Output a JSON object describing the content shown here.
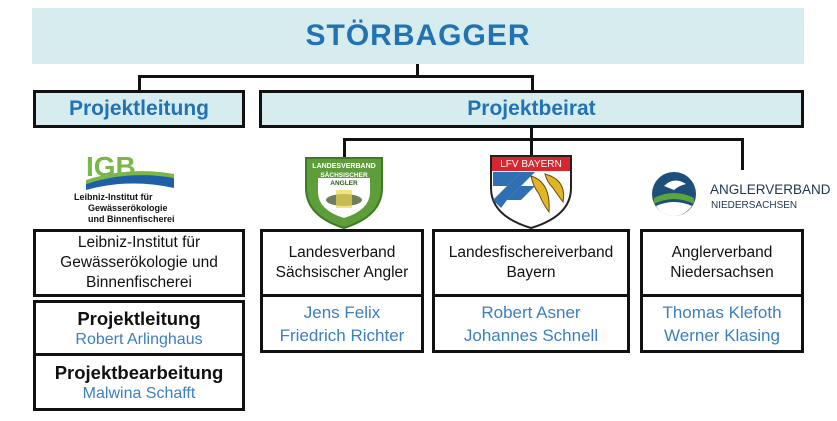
{
  "title": "STÖRBAGGER",
  "projektleitung_header": "Projektleitung",
  "projektbeirat_header": "Projektbeirat",
  "igb": {
    "logo_text": "IGB",
    "logo_sub_1": "Leibniz-Institut für",
    "logo_sub_2": "Gewässerökologie",
    "logo_sub_3": "und Binnenfischerei",
    "org_name_1": "Leibniz-Institut für",
    "org_name_2": "Gewässerökologie und",
    "org_name_3": "Binnenfischerei",
    "role_1": "Projektleitung",
    "person_1": "Robert Arlinghaus",
    "role_2": "Projektbearbeitung",
    "person_2": "Malwina Schafft"
  },
  "partners": [
    {
      "logo_top": "LANDESVERBAND",
      "logo_mid_1": "SÄCHSISCHER",
      "logo_mid_2": "ANGLER",
      "org_1": "Landesverband",
      "org_2": "Sächsischer Angler",
      "name_1": "Jens Felix",
      "name_2": "Friedrich Richter"
    },
    {
      "logo_top": "LFV BAYERN",
      "org_1": "Landesfischereiverband",
      "org_2": "Bayern",
      "name_1": "Robert Asner",
      "name_2": "Johannes Schnell"
    },
    {
      "logo_line_1": "ANGLERVERBAND",
      "logo_line_2": "NIEDERSACHSEN",
      "org_1": "Anglerverband",
      "org_2": "Niedersachsen",
      "name_1": "Thomas Klefoth",
      "name_2": "Werner Klasing"
    }
  ],
  "colors": {
    "header_bg": "#d7ecef",
    "title_blue": "#2173b3",
    "name_blue": "#3b7fc1",
    "border": "#111111",
    "igb_green": "#7ab648",
    "igb_blue": "#1f5fa8",
    "saxony_green": "#5e9e3a",
    "bavaria_blue": "#2f6fb3",
    "bavaria_red": "#d7262e",
    "angler_blue": "#1e4f7a"
  },
  "icons": [
    "igb-logo-icon",
    "saxon-anglers-shield-icon",
    "lfv-bayern-shield-icon",
    "anglerverband-niedersachsen-logo-icon"
  ]
}
